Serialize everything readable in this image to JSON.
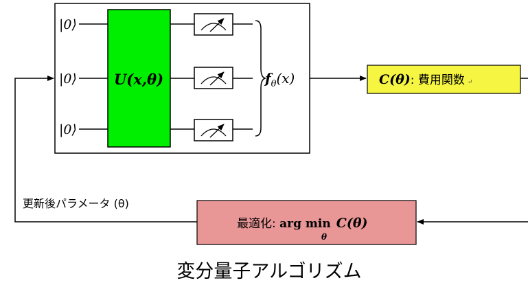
{
  "circuit": {
    "qubit_label": "|0⟩",
    "unitary_label": "U(x,θ)",
    "output_label": "f",
    "output_subscript": "θ",
    "output_arg": "(x)",
    "colors": {
      "unitary_fill": "#00ee00",
      "cost_fill": "#f5f542",
      "opt_fill": "#e89696"
    }
  },
  "cost_box": {
    "math": "C(θ)",
    "text": ": 費用関数",
    "mark": "↵"
  },
  "optimizer_box": {
    "text": "最適化: ",
    "argmin": "arg min",
    "subscript": "θ",
    "math": "C(θ)"
  },
  "feedback_label": "更新後パラメータ (θ)",
  "caption": "変分量子アルゴリズム"
}
